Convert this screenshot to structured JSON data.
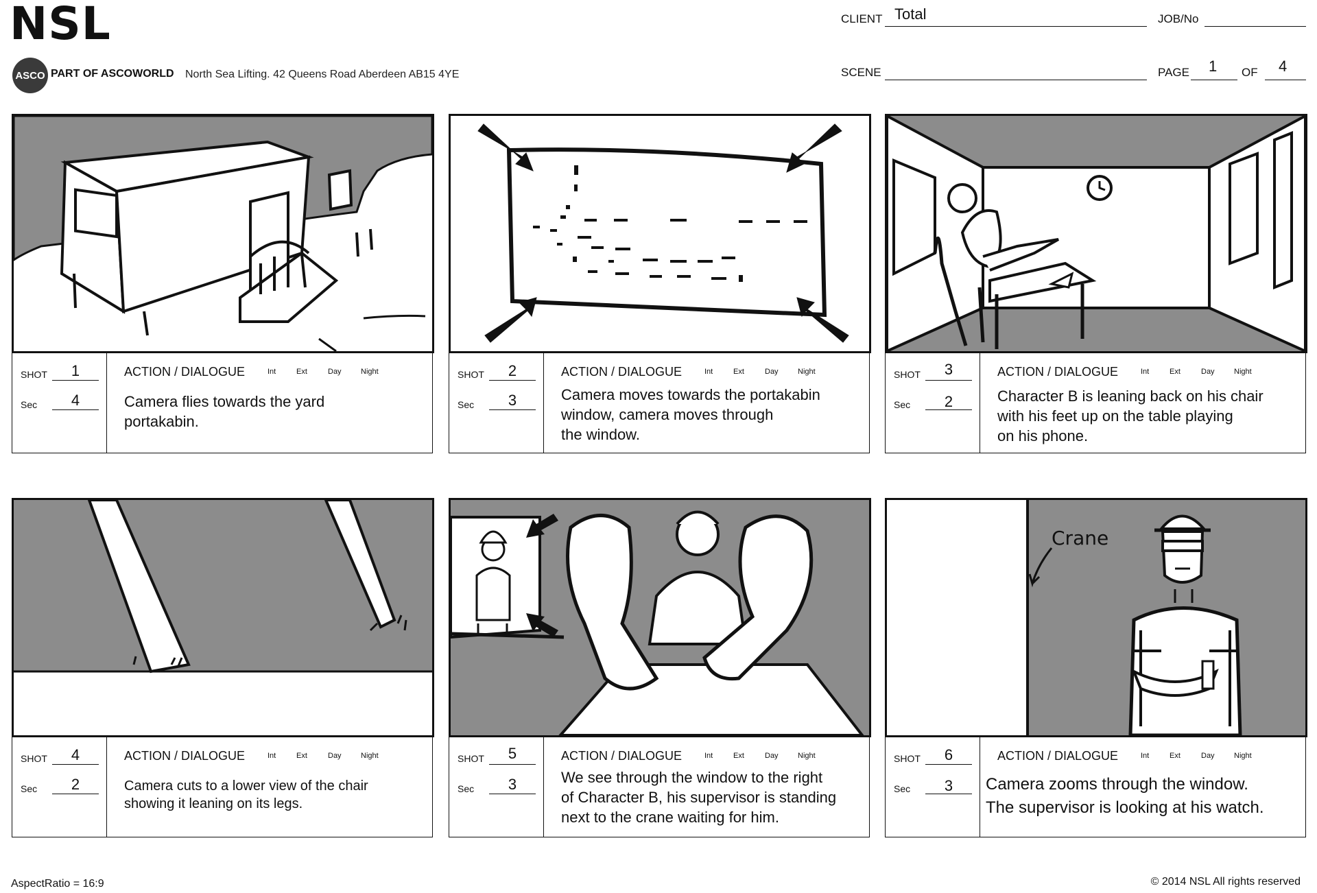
{
  "header": {
    "logo": "NSL",
    "badge": "ASCO",
    "part_of": "PART OF ASCOWORLD",
    "address": "North Sea Lifting. 42 Queens Road Aberdeen AB15 4YE",
    "client_label": "CLIENT",
    "client_value": "Total",
    "job_label": "JOB/No",
    "job_value": "",
    "scene_label": "SCENE",
    "scene_value": "",
    "page_label": "PAGE",
    "page_value": "1",
    "of_label": "OF",
    "of_value": "4"
  },
  "labels": {
    "shot": "SHOT",
    "sec": "Sec",
    "action": "ACTION / DIALOGUE",
    "int": "Int",
    "ext": "Ext",
    "day": "Day",
    "night": "Night"
  },
  "shots": [
    {
      "shot": "1",
      "sec": "4",
      "text": "Camera flies towards the yard\nportakabin."
    },
    {
      "shot": "2",
      "sec": "3",
      "text": "Camera moves towards the portakabin\nwindow, camera moves through\nthe window."
    },
    {
      "shot": "3",
      "sec": "2",
      "text": "Character B is leaning back on his chair\nwith his feet up on the table playing\non his phone."
    },
    {
      "shot": "4",
      "sec": "2",
      "text": "Camera cuts to a lower view of the chair\nshowing it leaning on its legs."
    },
    {
      "shot": "5",
      "sec": "3",
      "text": "We see through the window to the right\nof Character B, his supervisor is standing\nnext to the crane waiting for him."
    },
    {
      "shot": "6",
      "sec": "3",
      "text": "Camera zooms through the window.\nThe supervisor is looking at his watch."
    }
  ],
  "sketch_labels": {
    "crane": "Crane"
  },
  "footer": {
    "aspect": "AspectRatio = 16:9",
    "copyright": "© 2014 NSL All rights reserved"
  },
  "colors": {
    "sketch_grey": "#8c8c8c",
    "ink": "#111111"
  }
}
